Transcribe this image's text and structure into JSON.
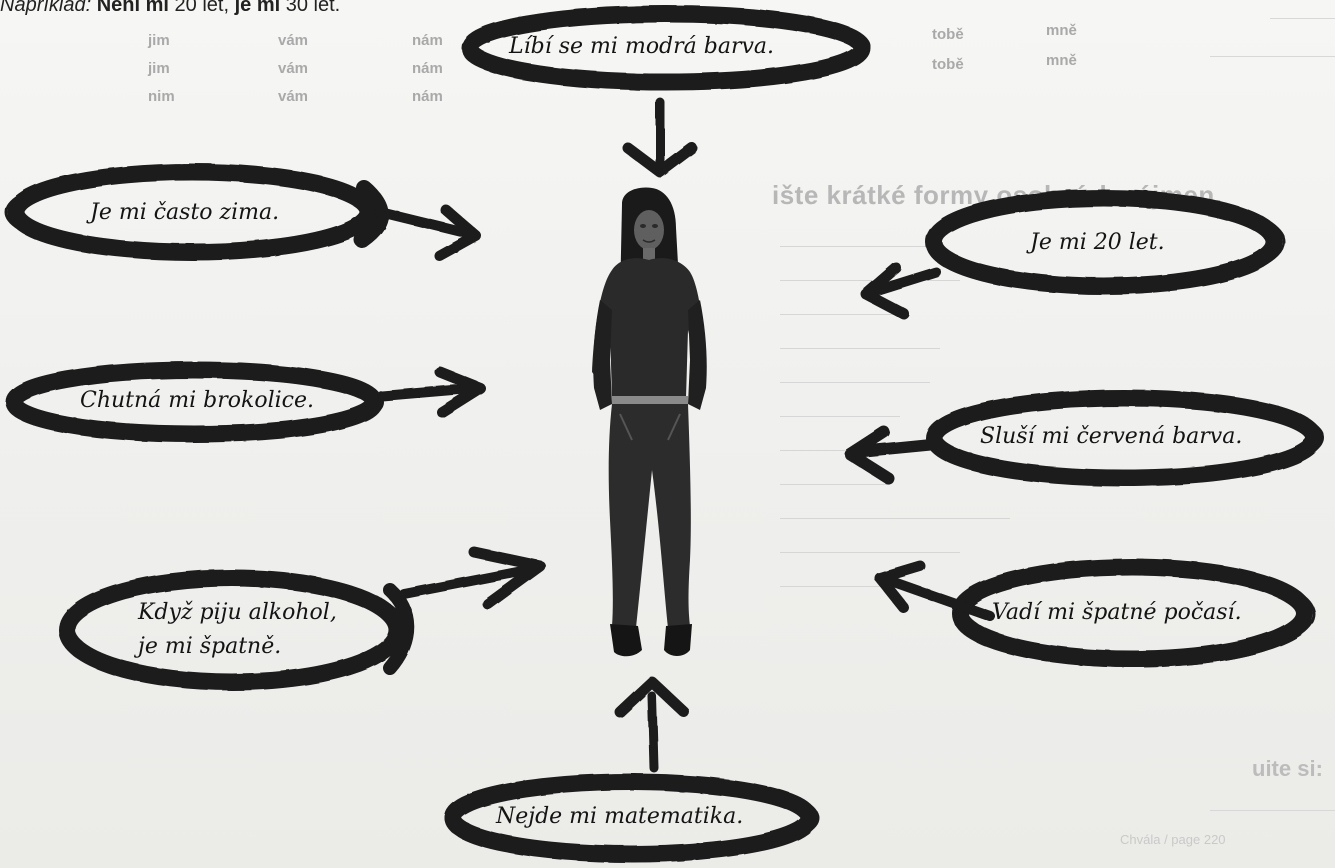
{
  "example": {
    "label": "Například:",
    "part1": "Není mi",
    "part2": "20 let,",
    "part3": "je mi",
    "part4": "30 let."
  },
  "bubbles": [
    {
      "name": "bubble-modra-barva",
      "text": "Líbí se mi modrá barva."
    },
    {
      "name": "bubble-zima",
      "text": "Je mi často zima."
    },
    {
      "name": "bubble-20-let",
      "text": "Je mi 20 let."
    },
    {
      "name": "bubble-brokolice",
      "text": "Chutná mi brokolice."
    },
    {
      "name": "bubble-cervena-barva",
      "text": "Sluší mi červená barva."
    },
    {
      "name": "bubble-alkohol",
      "line1": "Když piju alkohol,",
      "line2": "je mi špatně."
    },
    {
      "name": "bubble-pocasi",
      "text": "Vadí mi špatné počasí."
    },
    {
      "name": "bubble-matematika",
      "text": "Nejde mi matematika."
    }
  ],
  "background": {
    "pronoun_col_1": [
      "jim",
      "jim",
      "nim"
    ],
    "pronoun_col_2": [
      "vám",
      "vám",
      "vám"
    ],
    "pronoun_col_3": [
      "nám",
      "nám",
      "nám"
    ],
    "pronoun_col_4": [
      "tobě",
      "tobě"
    ],
    "pronoun_col_5": [
      "mně",
      "mně"
    ],
    "heading_fragment": "ište krátké formy osobních zájmen.",
    "exercise_fragment": "uite si:",
    "footer_fragment": "Chvála / page 220"
  }
}
